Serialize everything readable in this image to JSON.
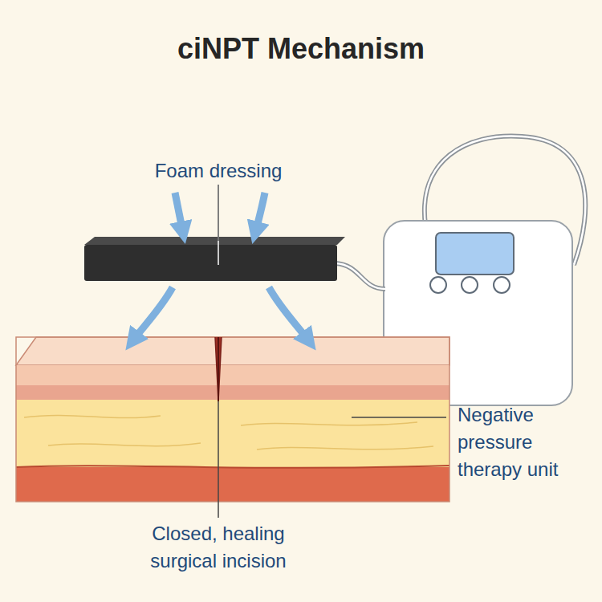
{
  "diagram": {
    "title": "ciNPT Mechanism",
    "labels": [
      "Foam dressing",
      "Negative pressure therapy unit",
      "Closed, healing surgical incision"
    ]
  }
}
